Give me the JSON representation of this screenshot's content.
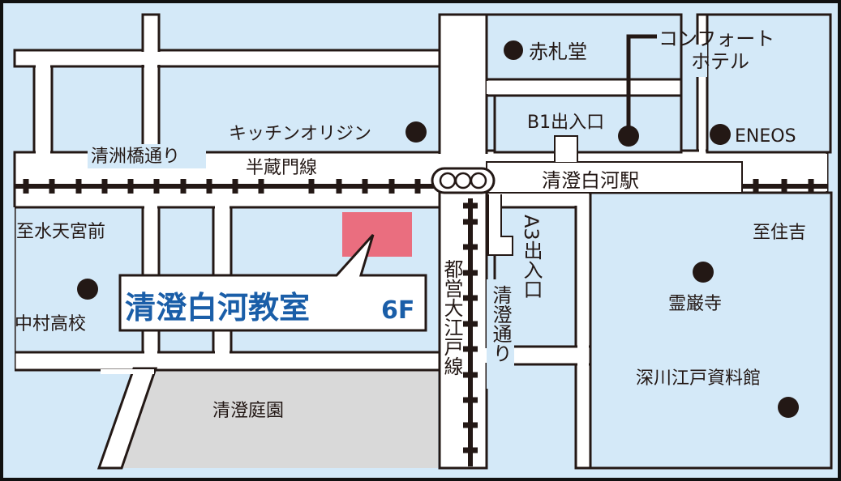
{
  "map": {
    "colors": {
      "background": "#d4e9f8",
      "road": "#ffffff",
      "outline": "#231815",
      "park": "#d9d9d9",
      "destination": "#ea6e7f",
      "title_text": "#1a5ea8"
    },
    "destination": {
      "name": "清澄白河教室",
      "floor": "6F"
    },
    "station": {
      "name": "清澄白河駅",
      "exits": [
        "B1出入口",
        "A3出入口"
      ]
    },
    "lines": {
      "hanzomon": "半蔵門線",
      "oedo": "都営大江戸線"
    },
    "roads": {
      "kiyosubashi": "清洲橋通り",
      "kiyosumi": "清澄通り"
    },
    "directions": {
      "west": "至水天宮前",
      "east": "至住吉"
    },
    "park": "清澄庭園",
    "landmarks": {
      "akafudado": "赤札堂",
      "comfort_hotel_l1": "コンフォート",
      "comfort_hotel_l2": "ホテル",
      "kitchen_origin": "キッチンオリジン",
      "eneos": "ENEOS",
      "nakamura": "中村高校",
      "reiganji": "霊巌寺",
      "fukagawa": "深川江戸資料館"
    }
  }
}
